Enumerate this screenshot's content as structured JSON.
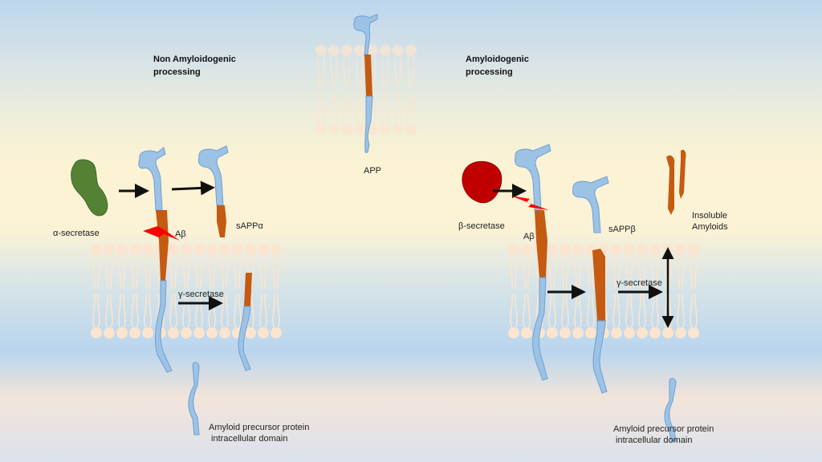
{
  "titles": {
    "non_amyloidogenic": "Non Amyloidogenic\nprocessing",
    "amyloidogenic": "Amyloidogenic\nprocessing"
  },
  "labels": {
    "app": "APP",
    "alpha_secretase": "α-secretase",
    "beta_secretase": "β-secretase",
    "abeta_left": "Aβ",
    "abeta_right": "Aβ",
    "sapp_alpha": "sAPPα",
    "sapp_beta": "sAPPβ",
    "gamma_secretase_left": "γ-secretase",
    "gamma_secretase_right": "γ-secretase",
    "insoluble_amyloids": "Insoluble\nAmyloids",
    "aicd_left": "Amyloid precursor protein\n intracellular domain",
    "aicd_right": "Amyloid precursor protein\n intracellular domain"
  },
  "colors": {
    "protein_blue": "#9cc3e6",
    "protein_outline": "#6f9fcf",
    "abeta_orange": "#c55a11",
    "alpha_green": "#548235",
    "beta_red": "#c00000",
    "cleavage_red": "#ff0000",
    "lipid": "#fbe5d0",
    "arrow": "#111111"
  }
}
